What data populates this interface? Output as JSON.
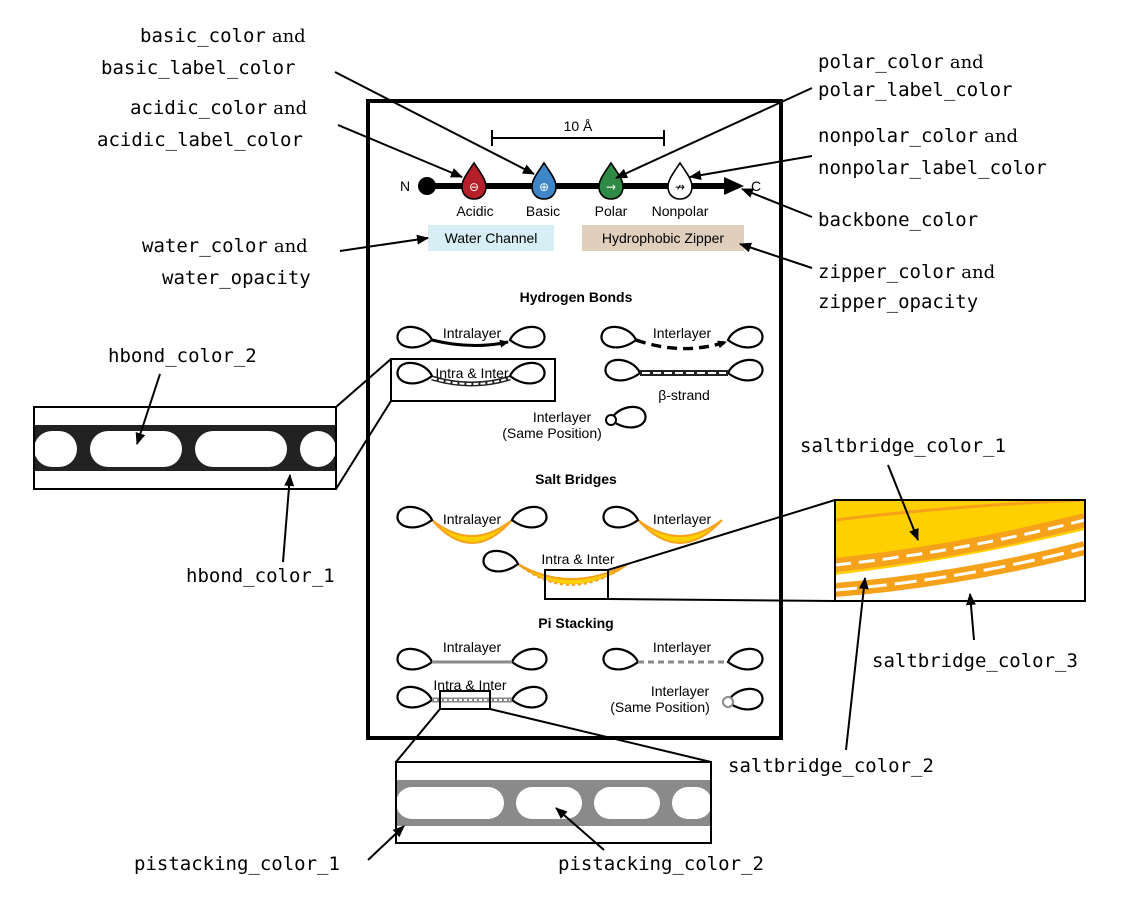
{
  "axis": {
    "n_label": "N",
    "c_label": "C",
    "scale_label": "10 Å"
  },
  "residues": [
    {
      "label": "Acidic",
      "symbol": "⊖",
      "color": "#b51f2a"
    },
    {
      "label": "Basic",
      "symbol": "⊕",
      "color": "#3f86c9"
    },
    {
      "label": "Polar",
      "symbol": "→",
      "color": "#2e8a45"
    },
    {
      "label": "Nonpolar",
      "symbol": "↛",
      "color": "#ffffff"
    }
  ],
  "boxes": {
    "water": {
      "label": "Water Channel",
      "color": "#d7eef4"
    },
    "zipper": {
      "label": "Hydrophobic Zipper",
      "color": "#e0cfbc"
    }
  },
  "sections": {
    "hbonds": {
      "title": "Hydrogen Bonds",
      "intralayer": "Intralayer",
      "interlayer": "Interlayer",
      "intra_inter": "Intra & Inter",
      "beta_strand": "β-strand",
      "same_pos_1": "Interlayer",
      "same_pos_2": "(Same Position)"
    },
    "saltbridges": {
      "title": "Salt Bridges",
      "intralayer": "Intralayer",
      "interlayer": "Interlayer",
      "intra_inter": "Intra & Inter"
    },
    "pistacking": {
      "title": "Pi Stacking",
      "intralayer": "Intralayer",
      "interlayer": "Interlayer",
      "intra_inter": "Intra & Inter",
      "same_pos_1": "Interlayer",
      "same_pos_2": "(Same Position)"
    }
  },
  "callouts": {
    "basic_1": "basic_color",
    "basic_2": "basic_label_color",
    "acidic_1": "acidic_color",
    "acidic_2": "acidic_label_color",
    "water_1": "water_color",
    "water_2": "water_opacity",
    "polar_1": "polar_color",
    "polar_2": "polar_label_color",
    "nonpolar_1": "nonpolar_color",
    "nonpolar_2": "nonpolar_label_color",
    "backbone": "backbone_color",
    "zipper_1": "zipper_color",
    "zipper_2": "zipper_opacity",
    "and": "and",
    "hbond_2": "hbond_color_2",
    "hbond_1": "hbond_color_1",
    "saltbridge_1": "saltbridge_color_1",
    "saltbridge_2": "saltbridge_color_2",
    "saltbridge_3": "saltbridge_color_3",
    "pistacking_1": "pistacking_color_1",
    "pistacking_2": "pistacking_color_2"
  },
  "colors": {
    "backbone": "#000000",
    "hbond_1": "#ffffff",
    "hbond_2": "#222222",
    "saltbridge_1": "#ffd000",
    "saltbridge_2": "#ffffff",
    "saltbridge_3": "#f5a21a",
    "pistacking_1": "#8a8a8a",
    "pistacking_2": "#ffffff"
  },
  "icons": [
    "residue-drop-icon",
    "arrow-icon"
  ]
}
